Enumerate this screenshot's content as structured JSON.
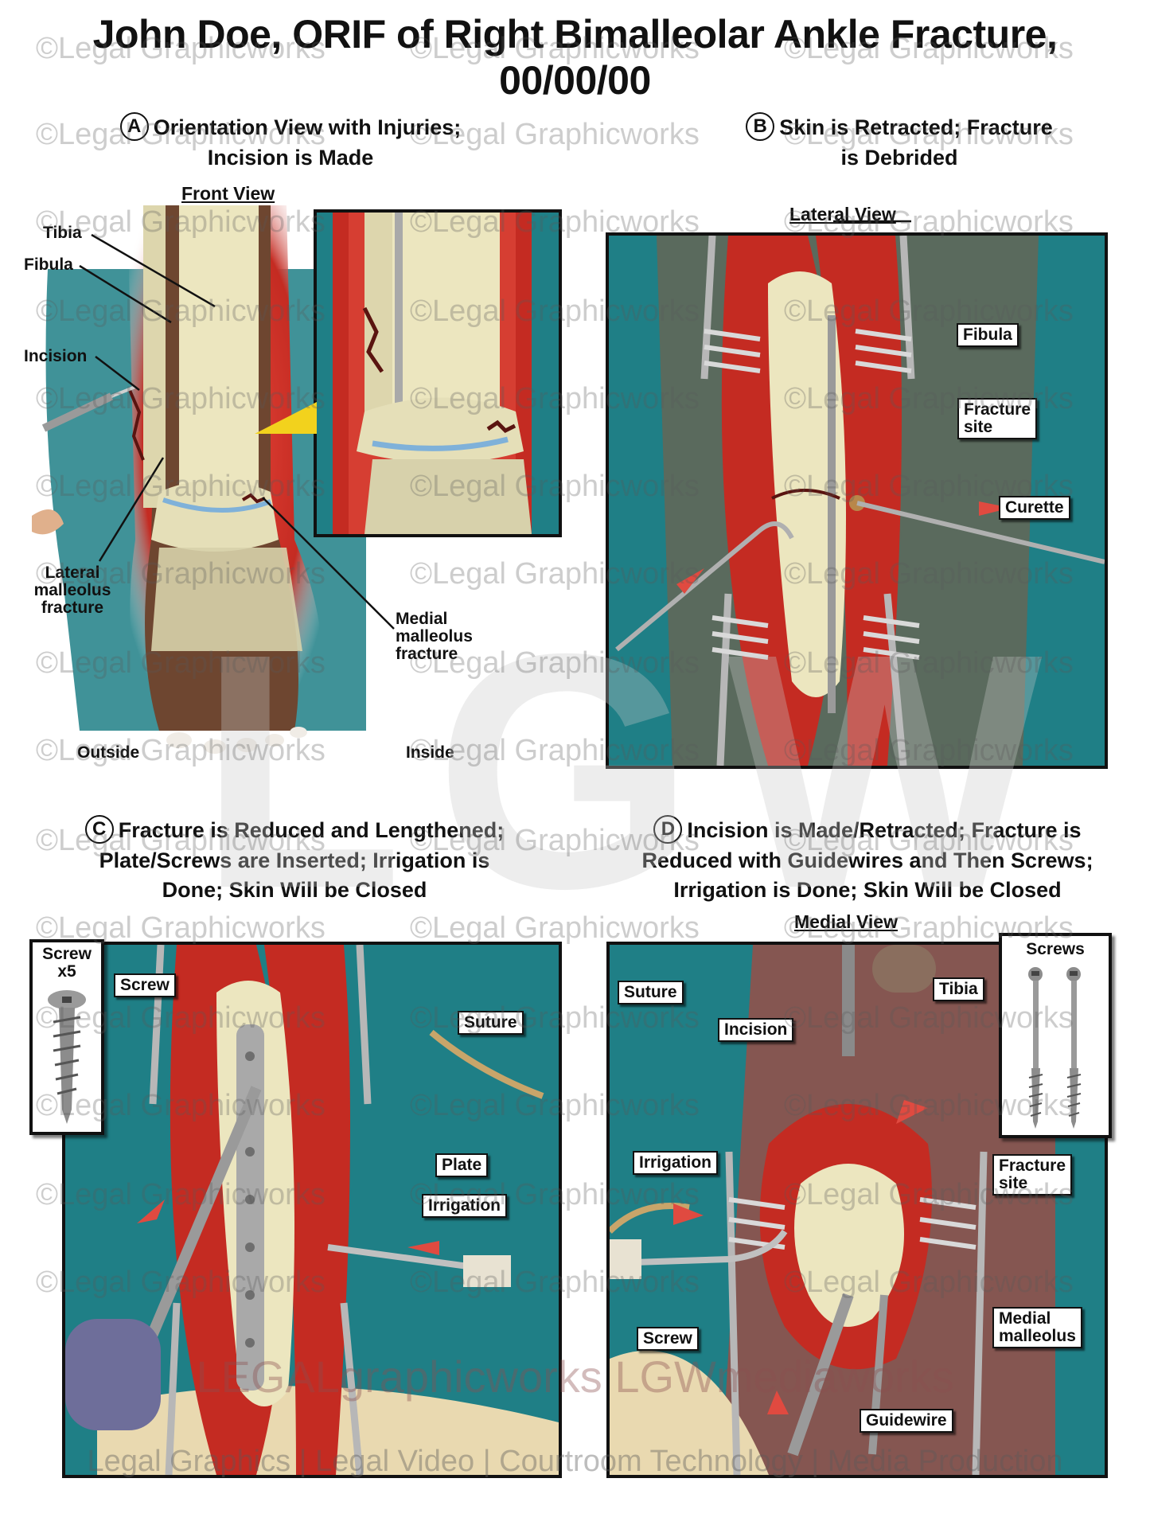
{
  "title": {
    "line1": "John Doe, ORIF of Right Bimalleolar Ankle Fracture,",
    "line2": "00/00/00"
  },
  "panels": {
    "a": {
      "letter": "A",
      "heading1": "Orientation View with Injuries;",
      "heading2": "Incision is Made",
      "view": "Front View",
      "labels": {
        "tibia": "Tibia",
        "fibula": "Fibula",
        "incision": "Incision",
        "lateral": "Lateral\nmalleolus\nfracture",
        "medial": "Medial\nmalleolus\nfracture",
        "outside": "Outside",
        "inside": "Inside"
      }
    },
    "b": {
      "letter": "B",
      "heading1": "Skin is Retracted; Fracture",
      "heading2": "is Debrided",
      "view": "Lateral View",
      "labels": {
        "fibula": "Fibula",
        "fracture_site": "Fracture\nsite",
        "curette": "Curette"
      }
    },
    "c": {
      "letter": "C",
      "heading1": "Fracture is Reduced and Lengthened;",
      "heading2": "Plate/Screws are Inserted; Irrigation is",
      "heading3": "Done; Skin Will be Closed",
      "labels": {
        "screw_box": "Screw\nx5",
        "screw": "Screw",
        "suture": "Suture",
        "plate": "Plate",
        "irrigation": "Irrigation"
      }
    },
    "d": {
      "letter": "D",
      "heading1": "Incision is Made/Retracted; Fracture is",
      "heading2": "Reduced with Guidewires and Then Screws;",
      "heading3": "Irrigation is Done; Skin Will be Closed",
      "view": "Medial View",
      "labels": {
        "screws_box": "Screws",
        "suture": "Suture",
        "incision": "Incision",
        "tibia": "Tibia",
        "irrigation": "Irrigation",
        "fracture_site": "Fracture\nsite",
        "medial": "Medial\nmalleolus",
        "screw": "Screw",
        "guidewire": "Guidewire"
      }
    }
  },
  "watermark": {
    "text": "©Legal Graphicworks",
    "brand": "LEGALgraphicworks   LGWmediaworks",
    "tagline": "Legal Graphics | Legal Video | Courtroom Technology | Media Production",
    "logo": "LGW"
  },
  "colors": {
    "teal": "#1f7f86",
    "tissue_red": "#c42b22",
    "bone": "#ece6bf",
    "skin": "#8a5a3c"
  }
}
